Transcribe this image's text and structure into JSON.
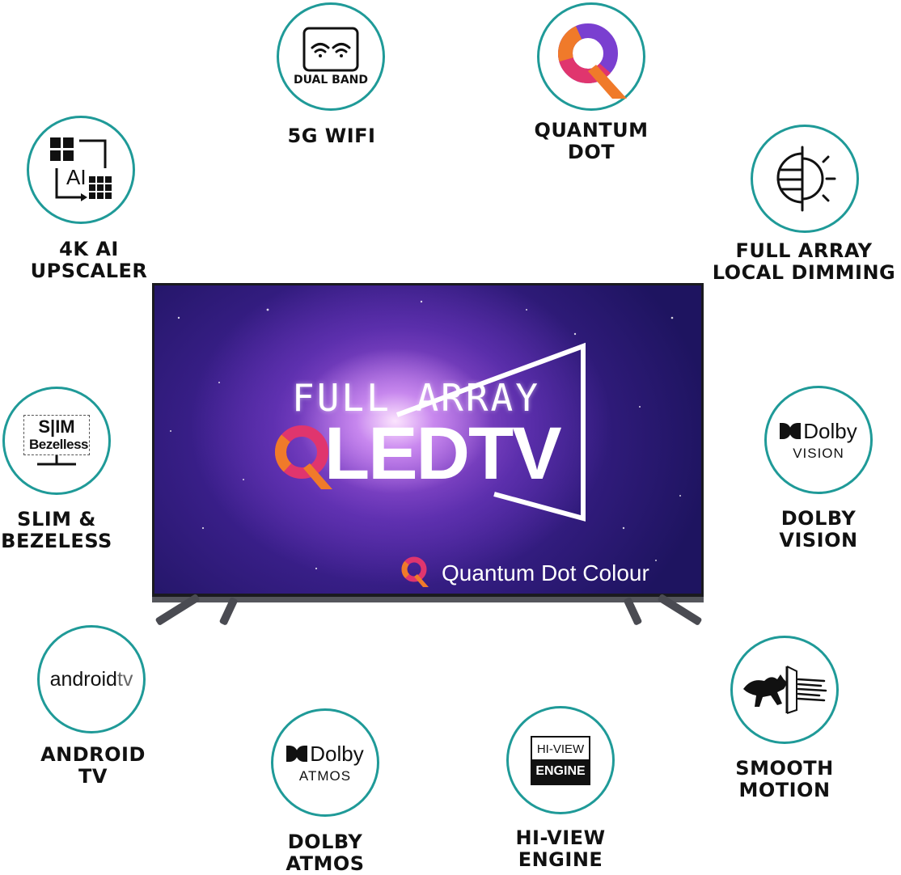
{
  "tv": {
    "headline_top": "FULL ARRAY",
    "headline_main": "LEDTV",
    "tagline": "Quantum Dot Colour"
  },
  "features": {
    "wifi": {
      "badge": "DUAL BAND",
      "line1": "5G WIFI"
    },
    "quantum": {
      "line1": "QUANTUM",
      "line2": "DOT"
    },
    "upscaler": {
      "icon_text": "AI",
      "line1": "4K AI",
      "line2": "UPSCALER"
    },
    "dimming": {
      "line1": "FULL ARRAY",
      "line2": "LOCAL DIMMING"
    },
    "slim": {
      "icon_top": "S|IM",
      "icon_bottom": "Bezelless",
      "line1": "SLIM &",
      "line2": "BEZELESS"
    },
    "vision": {
      "logo": "Dolby",
      "sub": "VISION",
      "line1": "DOLBY",
      "line2": "VISION"
    },
    "android": {
      "logo_a": "android",
      "logo_b": "tv",
      "line1": "ANDROID",
      "line2": "TV"
    },
    "atmos": {
      "logo": "Dolby",
      "sub": "ATMOS",
      "line1": "DOLBY",
      "line2": "ATMOS"
    },
    "hiview": {
      "badge_top": "HI-VIEW",
      "badge_bottom": "ENGINE",
      "line1": "HI-VIEW",
      "line2": "ENGINE"
    },
    "motion": {
      "line1": "SMOOTH",
      "line2": "MOTION"
    }
  },
  "colors": {
    "ring": "#1f9a98",
    "text": "#111111"
  }
}
